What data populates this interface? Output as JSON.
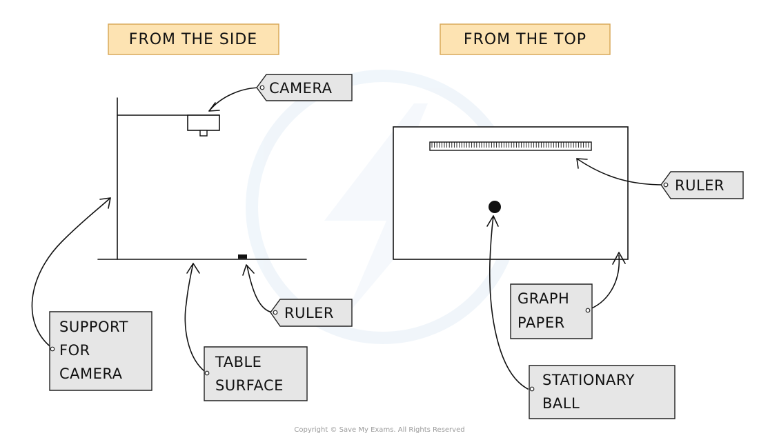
{
  "titles": {
    "side": "FROM THE SIDE",
    "top": "FROM THE TOP"
  },
  "labels": {
    "camera": "CAMERA",
    "ruler_side": "RULER",
    "support": [
      "SUPPORT",
      "FOR",
      "CAMERA"
    ],
    "table": [
      "TABLE",
      "SURFACE"
    ],
    "ruler_top": "RULER",
    "graph": [
      "GRAPH",
      "PAPER"
    ],
    "ball": [
      "STATIONARY",
      "BALL"
    ]
  },
  "copyright": "Copyright © Save My Exams. All Rights Reserved",
  "colors": {
    "title_fill": "#fde3b2",
    "title_stroke": "#d9a95a",
    "tag_fill": "#e6e6e6",
    "tag_stroke": "#222222",
    "watermark": "#e4eef7"
  }
}
